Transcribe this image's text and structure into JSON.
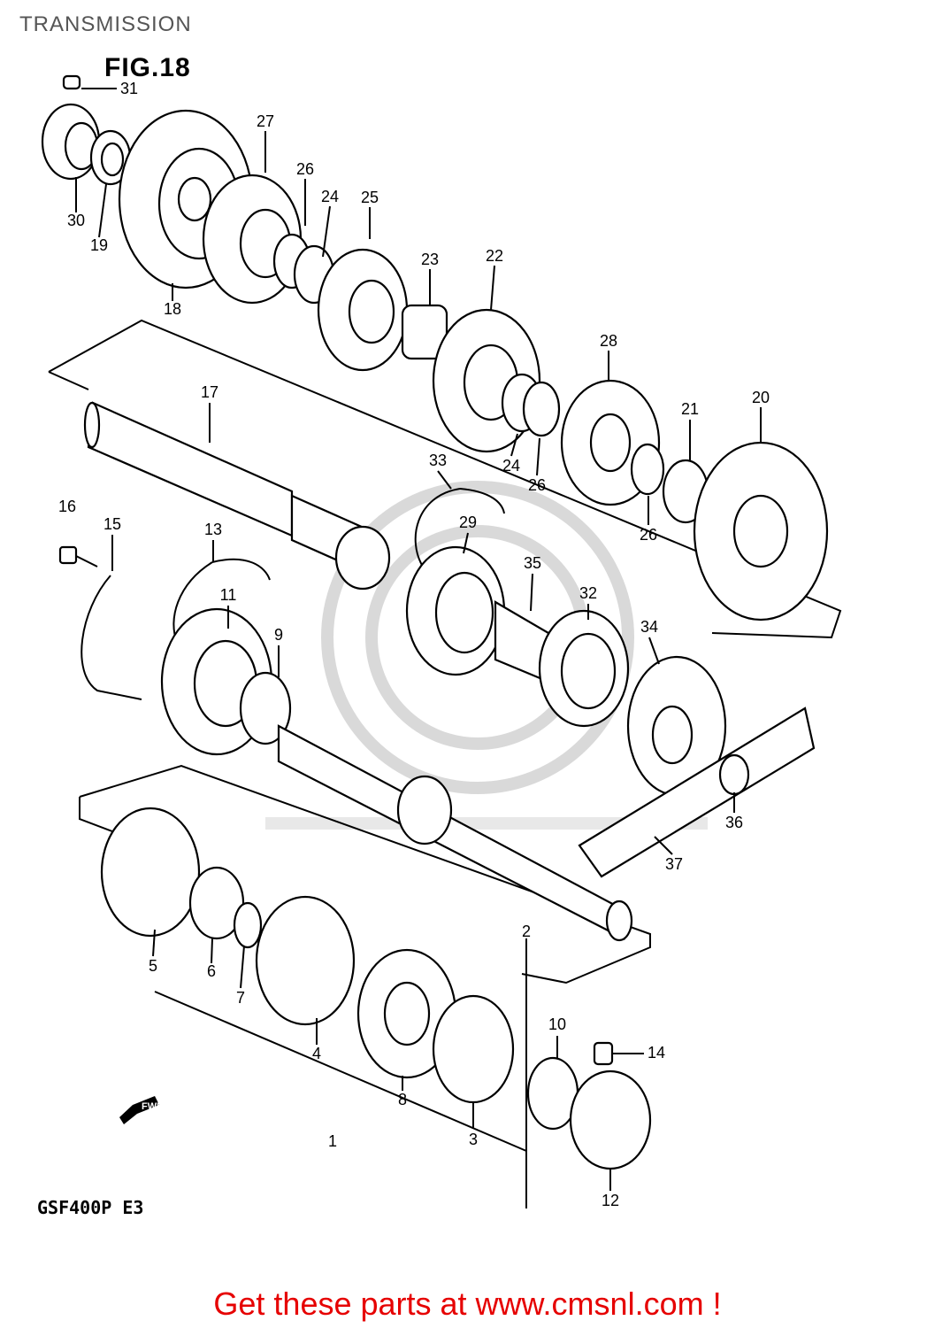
{
  "page": {
    "title": "TRANSMISSION",
    "figure": "FIG.18",
    "model": "GSF400P  E3",
    "fwd_label": "FWD",
    "cta": "Get these parts at www.cmsnl.com !"
  },
  "callouts": [
    {
      "id": "31",
      "label": "31"
    },
    {
      "id": "27",
      "label": "27"
    },
    {
      "id": "26a",
      "label": "26"
    },
    {
      "id": "24a",
      "label": "24"
    },
    {
      "id": "25",
      "label": "25"
    },
    {
      "id": "30",
      "label": "30"
    },
    {
      "id": "19",
      "label": "19"
    },
    {
      "id": "18",
      "label": "18"
    },
    {
      "id": "23",
      "label": "23"
    },
    {
      "id": "22",
      "label": "22"
    },
    {
      "id": "17",
      "label": "17"
    },
    {
      "id": "28",
      "label": "28"
    },
    {
      "id": "21",
      "label": "21"
    },
    {
      "id": "20",
      "label": "20"
    },
    {
      "id": "24b",
      "label": "24"
    },
    {
      "id": "26b",
      "label": "26"
    },
    {
      "id": "26c",
      "label": "26"
    },
    {
      "id": "33",
      "label": "33"
    },
    {
      "id": "16",
      "label": "16"
    },
    {
      "id": "15",
      "label": "15"
    },
    {
      "id": "13",
      "label": "13"
    },
    {
      "id": "29",
      "label": "29"
    },
    {
      "id": "35",
      "label": "35"
    },
    {
      "id": "11",
      "label": "11"
    },
    {
      "id": "9",
      "label": "9"
    },
    {
      "id": "32",
      "label": "32"
    },
    {
      "id": "34",
      "label": "34"
    },
    {
      "id": "36",
      "label": "36"
    },
    {
      "id": "37",
      "label": "37"
    },
    {
      "id": "2",
      "label": "2"
    },
    {
      "id": "5",
      "label": "5"
    },
    {
      "id": "6",
      "label": "6"
    },
    {
      "id": "7",
      "label": "7"
    },
    {
      "id": "4",
      "label": "4"
    },
    {
      "id": "10",
      "label": "10"
    },
    {
      "id": "14",
      "label": "14"
    },
    {
      "id": "8",
      "label": "8"
    },
    {
      "id": "3",
      "label": "3"
    },
    {
      "id": "1",
      "label": "1"
    },
    {
      "id": "12",
      "label": "12"
    }
  ]
}
